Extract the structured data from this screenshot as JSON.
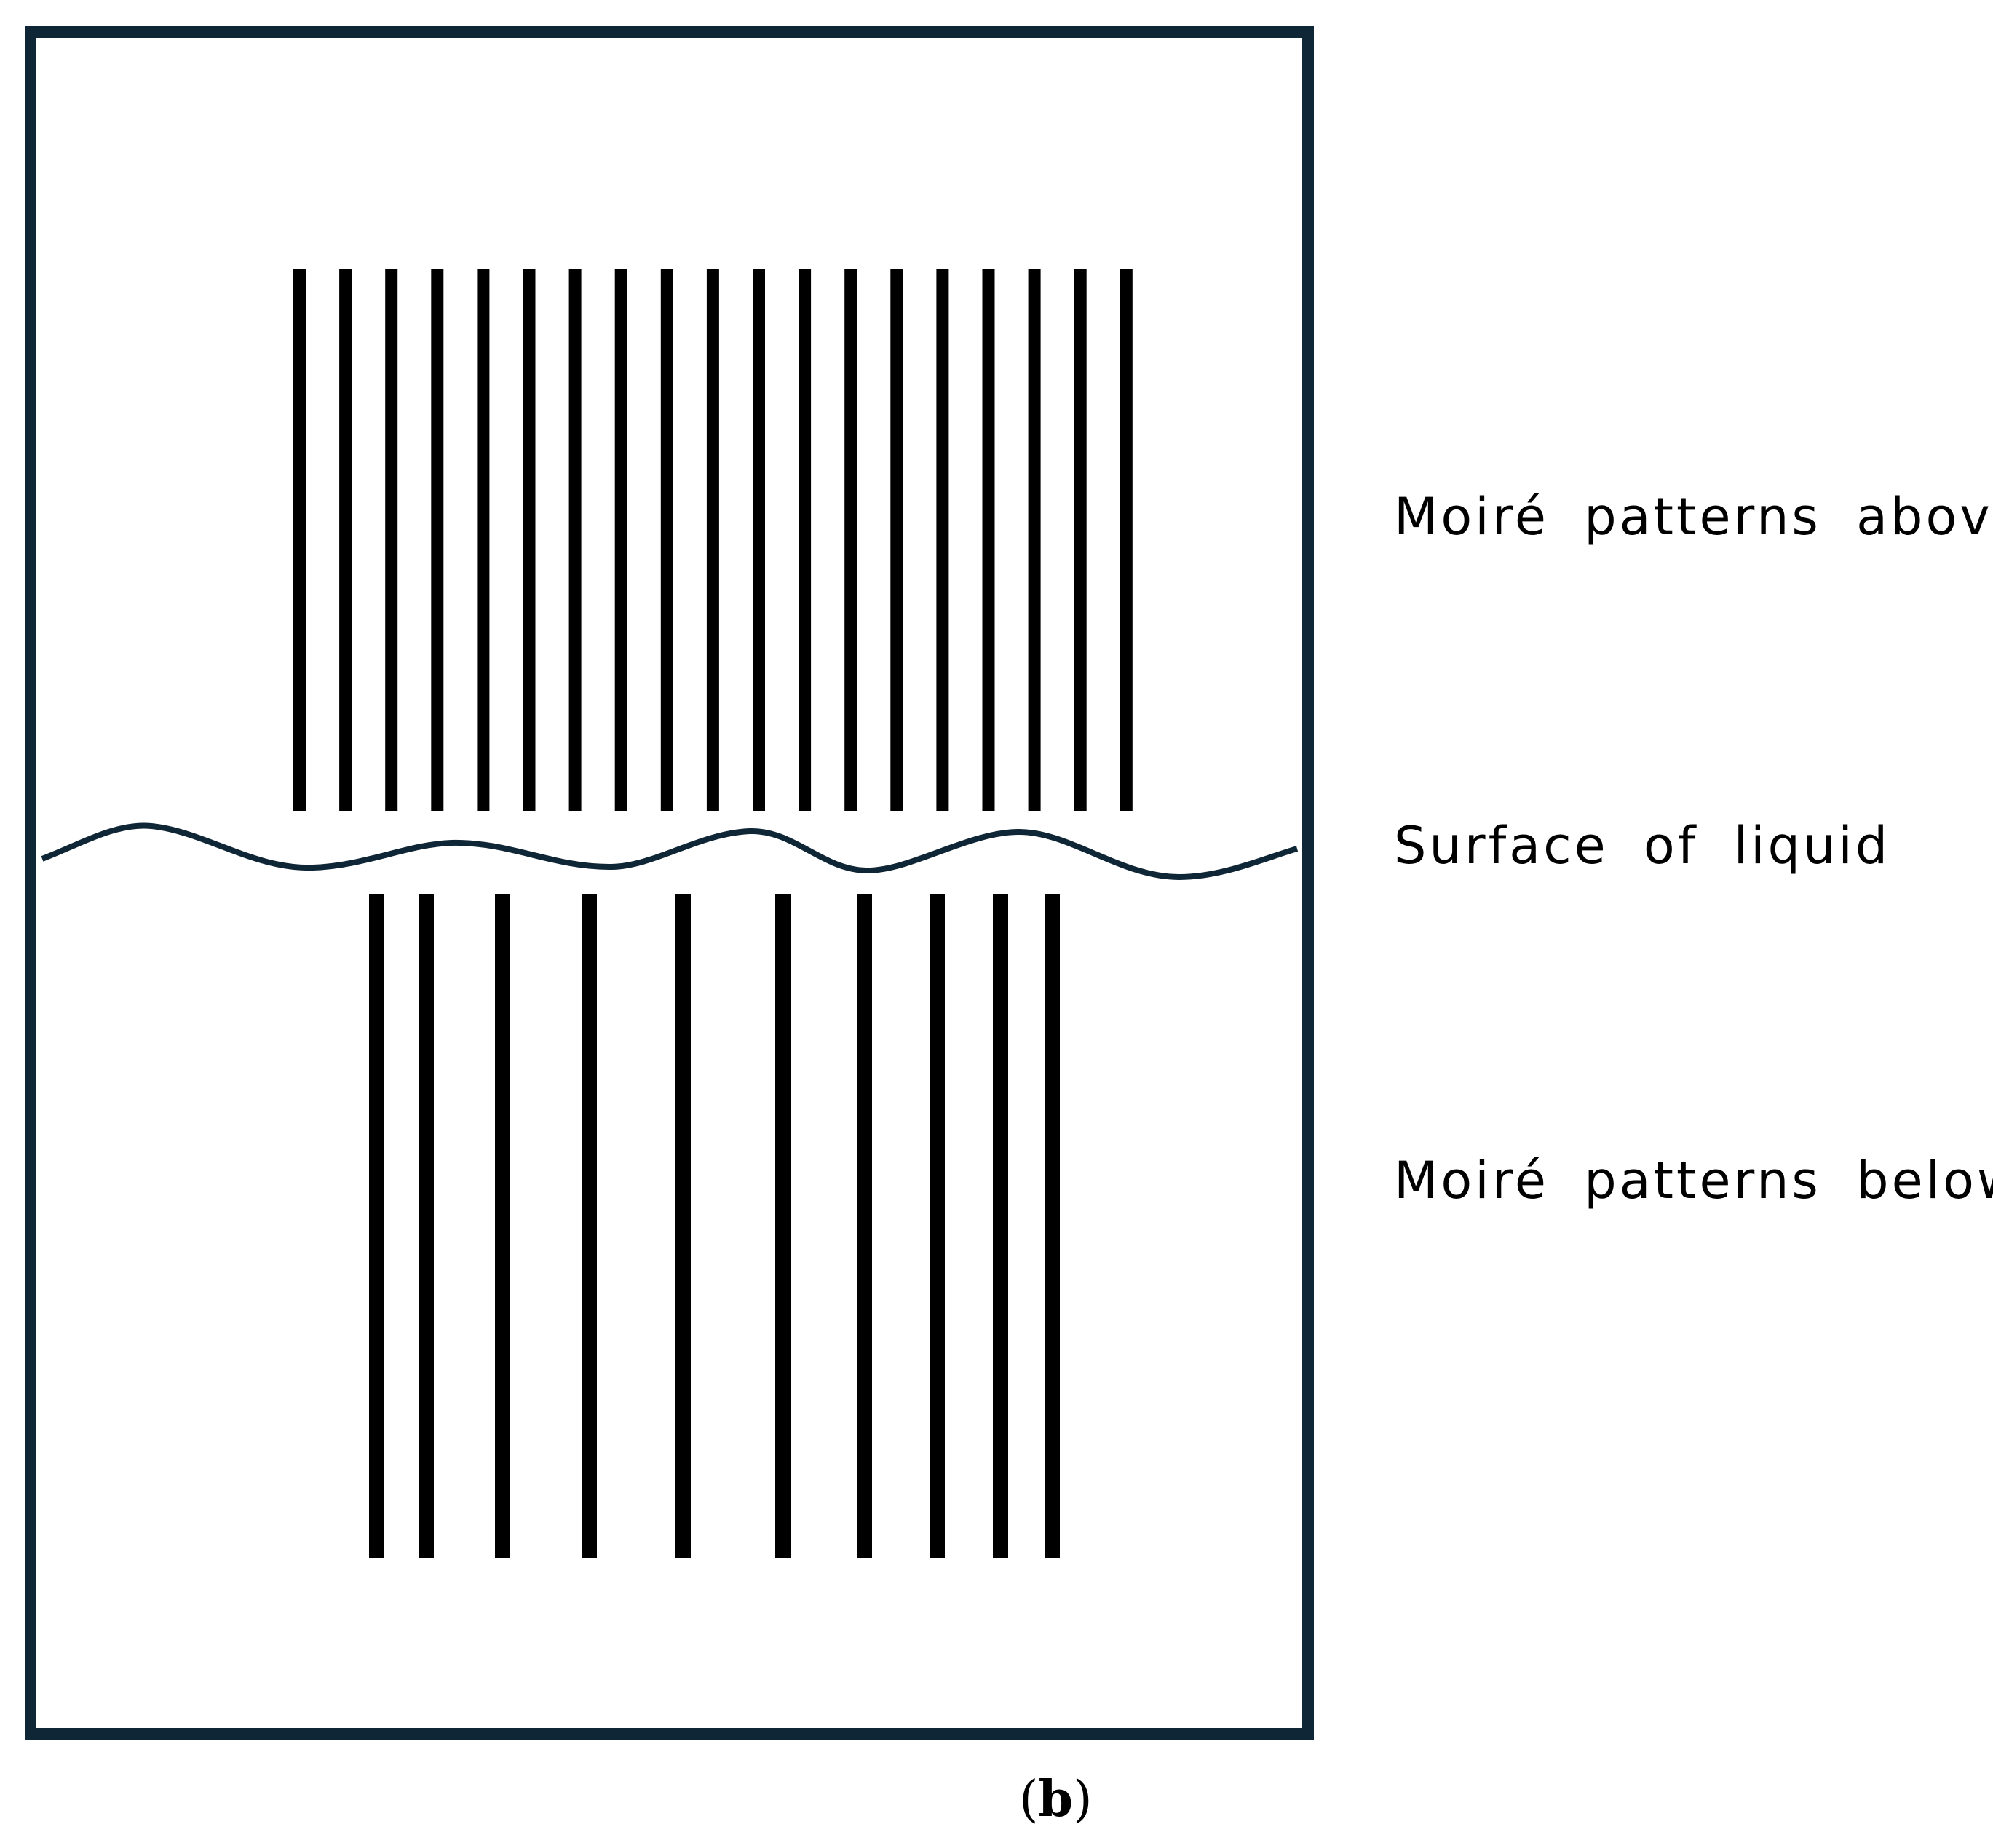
{
  "colors": {
    "frame": "#0f2636",
    "surface_line": "#0f2636",
    "stripes": "#000000"
  },
  "labels": {
    "above": "Moiré patterns above",
    "surface": "Surface of liquid",
    "below": "Moiré patterns below"
  },
  "caption": {
    "open": "(",
    "letter": "b",
    "close": ")"
  }
}
